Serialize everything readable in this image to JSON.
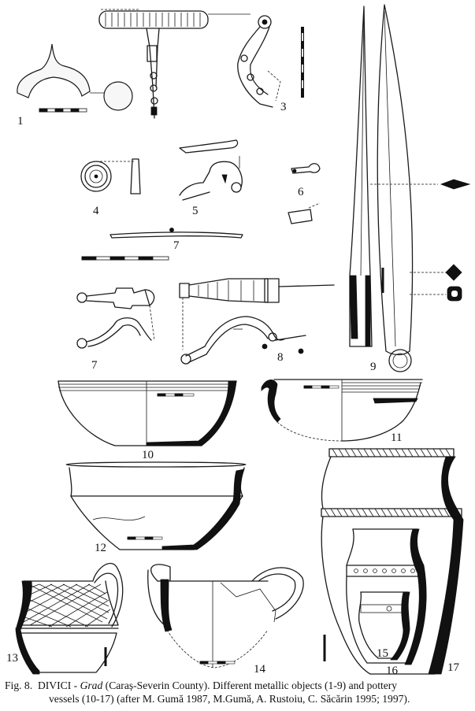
{
  "figure": {
    "numbers": {
      "n1": "1",
      "n3": "3",
      "n4": "4",
      "n5": "5",
      "n6": "6",
      "n7a": "7",
      "n7b": "7",
      "n8": "8",
      "n9": "9",
      "n10": "10",
      "n11": "11",
      "n12": "12",
      "n13": "13",
      "n14": "14",
      "n15": "15",
      "n16": "16",
      "n17": "17"
    }
  },
  "caption": {
    "label": "Fig. 8.",
    "site": "DIVICI -",
    "site_italic": "Grad",
    "line1_rest": "(Caraș-Severin County). Different metallic objects (1-9) and pottery",
    "line2": "vessels (10-17) (after M. Gumă 1987, M.Gumă, A. Rustoiu, C. Săcărin 1995; 1997)."
  }
}
